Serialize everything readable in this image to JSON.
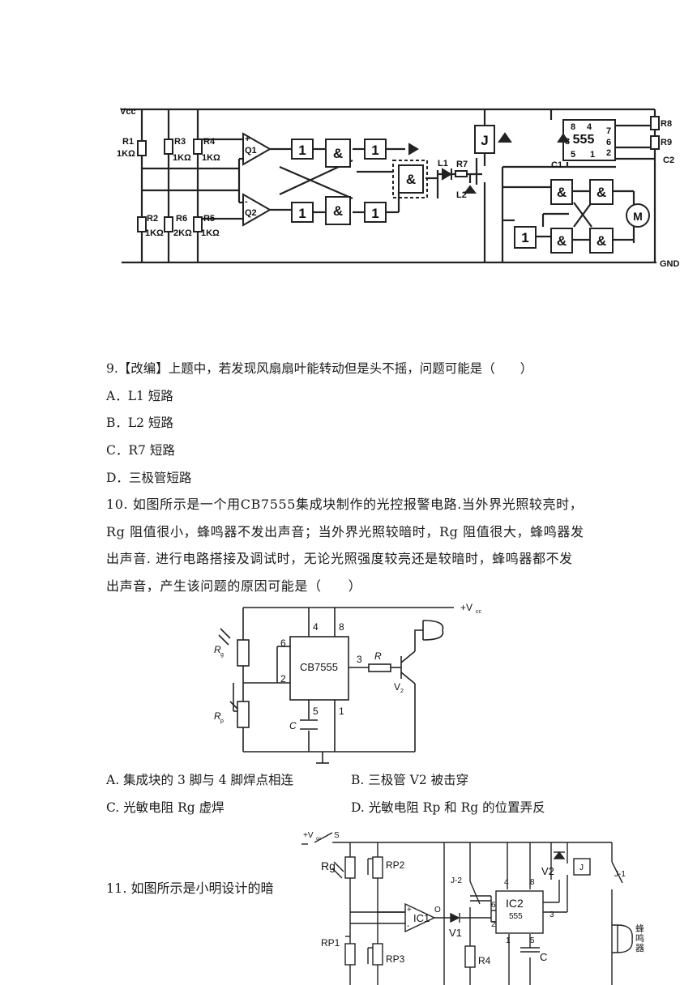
{
  "fig1": {
    "vcc": "Vcc",
    "gnd": "GND",
    "r1": "R1",
    "r1v": "1KΩ",
    "r2": "R2",
    "r2v": "1KΩ",
    "r3": "R3",
    "r3v": "1KΩ",
    "r4": "R4",
    "r4v": "1KΩ",
    "r5": "R5",
    "r5v": "1KΩ",
    "r6": "R6",
    "r6v": "2KΩ",
    "r7": "R7",
    "r8": "R8",
    "r9": "R9",
    "c1": "C1",
    "c2": "C2",
    "l1": "L1",
    "l2": "L2",
    "q1": "Q1",
    "q2": "Q2",
    "plus": "+",
    "minus": "-",
    "not": "1",
    "and": "&",
    "relay": "J",
    "ic": "555",
    "motor": "M",
    "p8": "8",
    "p4": "4",
    "p3": "3",
    "p7": "7",
    "p6": "6",
    "p5": "5",
    "p1": "1",
    "p2": "2"
  },
  "q9": {
    "stem": "9.【改编】上题中，若发现风扇扇叶能转动但是头不摇，问题可能是（　　）",
    "options": [
      "A．L1 短路",
      "B．L2 短路",
      "C．R7 短路",
      "D．三极管短路"
    ]
  },
  "q10": {
    "lines": [
      "10.  如图所示是一个用CB7555集成块制作的光控报警电路.当外界光照较亮时，",
      "Rg 阻值很小，蜂鸣器不发出声音；当外界光照较暗时，Rg 阻值很大，蜂鸣器发",
      "出声音. 进行电路搭接及调试时，无论光照强度较亮还是较暗时，蜂鸣器都不发",
      "出声音，产生该问题的原因可能是（　　）"
    ],
    "options": [
      "A. 集成块的 3 脚与 4 脚焊点相连",
      "B. 三极管 V2 被击穿",
      "C. 光敏电阻 Rg 虚焊",
      "D. 光敏电阻 Rp 和 Rg 的位置弄反"
    ]
  },
  "fig2": {
    "vcc": "+V",
    "vcc_sub": "cc",
    "rg": "R",
    "rg_sub": "g",
    "rp": "R",
    "rp_sub": "p",
    "ic": "CB7555",
    "r": "R",
    "v2": "V",
    "v2_sub": "2",
    "c": "C",
    "p4": "4",
    "p8": "8",
    "p6": "6",
    "p2": "2",
    "p3": "3",
    "p5": "5",
    "p1": "1"
  },
  "q11": {
    "stem": "11.  如图所示是小明设计的暗"
  },
  "fig3": {
    "vcc": "+V",
    "vcc_sub": "cc",
    "s": "S",
    "rg": "Rg",
    "rp2": "RP2",
    "rp1": "RP1",
    "rp3": "RP3",
    "ic1": "IC1",
    "plus": "+",
    "minus": "-",
    "o": "O",
    "v1": "V1",
    "r4": "R4",
    "j2": "J-2",
    "j1": "J-1",
    "ic2": "IC2",
    "ic2b": "555",
    "v2": "V2",
    "j": "J",
    "c": "C",
    "p4": "4",
    "p8": "8",
    "p6": "6",
    "p2": "2",
    "p1": "1",
    "p5": "5",
    "p3": "3",
    "buzzer": [
      "蜂",
      "鸣",
      "器"
    ]
  }
}
